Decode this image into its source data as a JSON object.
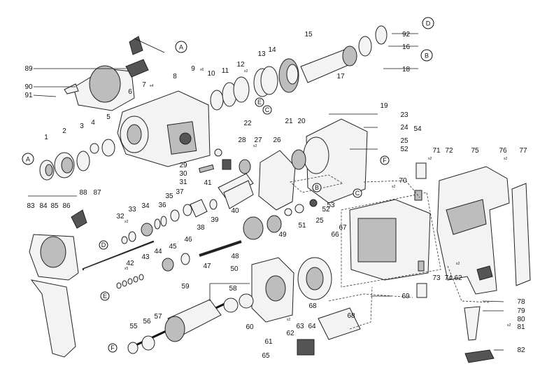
{
  "diagram": {
    "part_numbers": [
      "1",
      "2",
      "3",
      "4",
      "5",
      "6",
      "7",
      "8",
      "9",
      "10",
      "11",
      "12",
      "13",
      "14",
      "15",
      "16",
      "17",
      "18",
      "19",
      "20",
      "21",
      "22",
      "23",
      "24",
      "25",
      "26",
      "27",
      "28",
      "29",
      "30",
      "31",
      "32",
      "33",
      "34",
      "35",
      "36",
      "37",
      "38",
      "39",
      "40",
      "41",
      "42",
      "43",
      "44",
      "45",
      "46",
      "47",
      "48",
      "49",
      "50",
      "51",
      "52",
      "53",
      "54",
      "55",
      "56",
      "57",
      "58",
      "59",
      "60",
      "61",
      "62",
      "63",
      "64",
      "65",
      "66",
      "67",
      "68",
      "69",
      "70",
      "71",
      "72",
      "73",
      "74",
      "75",
      "76",
      "77",
      "78",
      "79",
      "80",
      "81",
      "82",
      "83",
      "84",
      "85",
      "86",
      "87",
      "88",
      "89",
      "90",
      "91",
      "92"
    ],
    "callouts": [
      "A",
      "B",
      "C",
      "D",
      "E",
      "F"
    ],
    "quantity_marks": [
      "x2",
      "x4",
      "x5",
      "x6"
    ]
  }
}
